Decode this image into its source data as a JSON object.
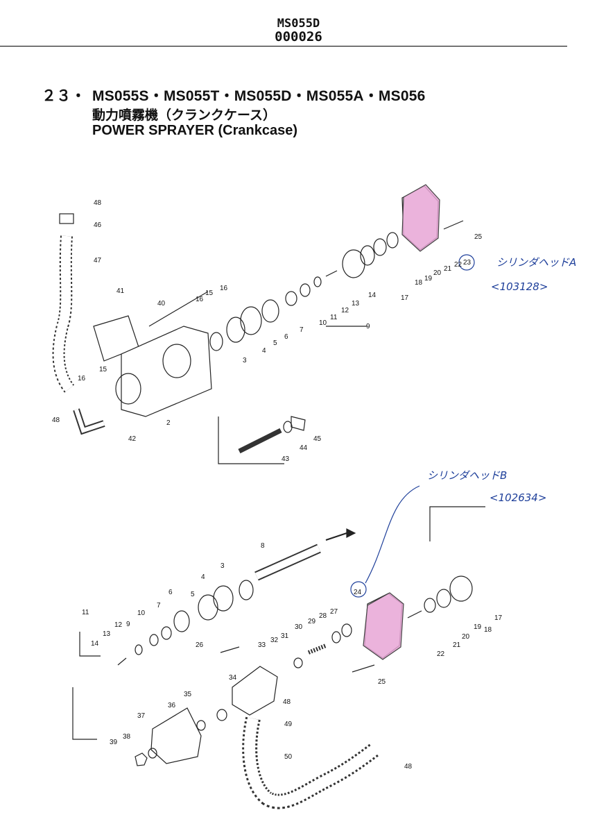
{
  "header": {
    "doc_code": "MS055D",
    "doc_number": "000026"
  },
  "title": {
    "section": "２３・",
    "models": "MS055S・MS055T・MS055D・MS055A・MS056",
    "japanese": "動力噴霧機（クランクケース）",
    "english": "POWER SPRAYER (Crankcase)"
  },
  "annotations": {
    "head_a_name": "シリンダヘッドA",
    "head_a_code": "<103128>",
    "head_b_name": "シリンダヘッドB",
    "head_b_code": "<102634>"
  },
  "highlight_color": "#e8a6d6",
  "ink_color": "#1e3f9a",
  "upper_labels": [
    "48",
    "46",
    "47",
    "41",
    "40",
    "16",
    "15",
    "16",
    "15",
    "16",
    "48",
    "42",
    "2",
    "3",
    "4",
    "5",
    "6",
    "7",
    "10",
    "11",
    "12",
    "13",
    "14",
    "9",
    "17",
    "18",
    "19",
    "20",
    "21",
    "22",
    "23",
    "25",
    "43",
    "44",
    "45"
  ],
  "lower_labels": [
    "8",
    "3",
    "4",
    "5",
    "6",
    "7",
    "10",
    "11",
    "9",
    "12",
    "13",
    "14",
    "26",
    "33",
    "32",
    "31",
    "30",
    "29",
    "28",
    "27",
    "24",
    "17",
    "18",
    "19",
    "20",
    "21",
    "22",
    "25",
    "34",
    "48",
    "49",
    "35",
    "36",
    "37",
    "38",
    "39",
    "50",
    "48"
  ]
}
